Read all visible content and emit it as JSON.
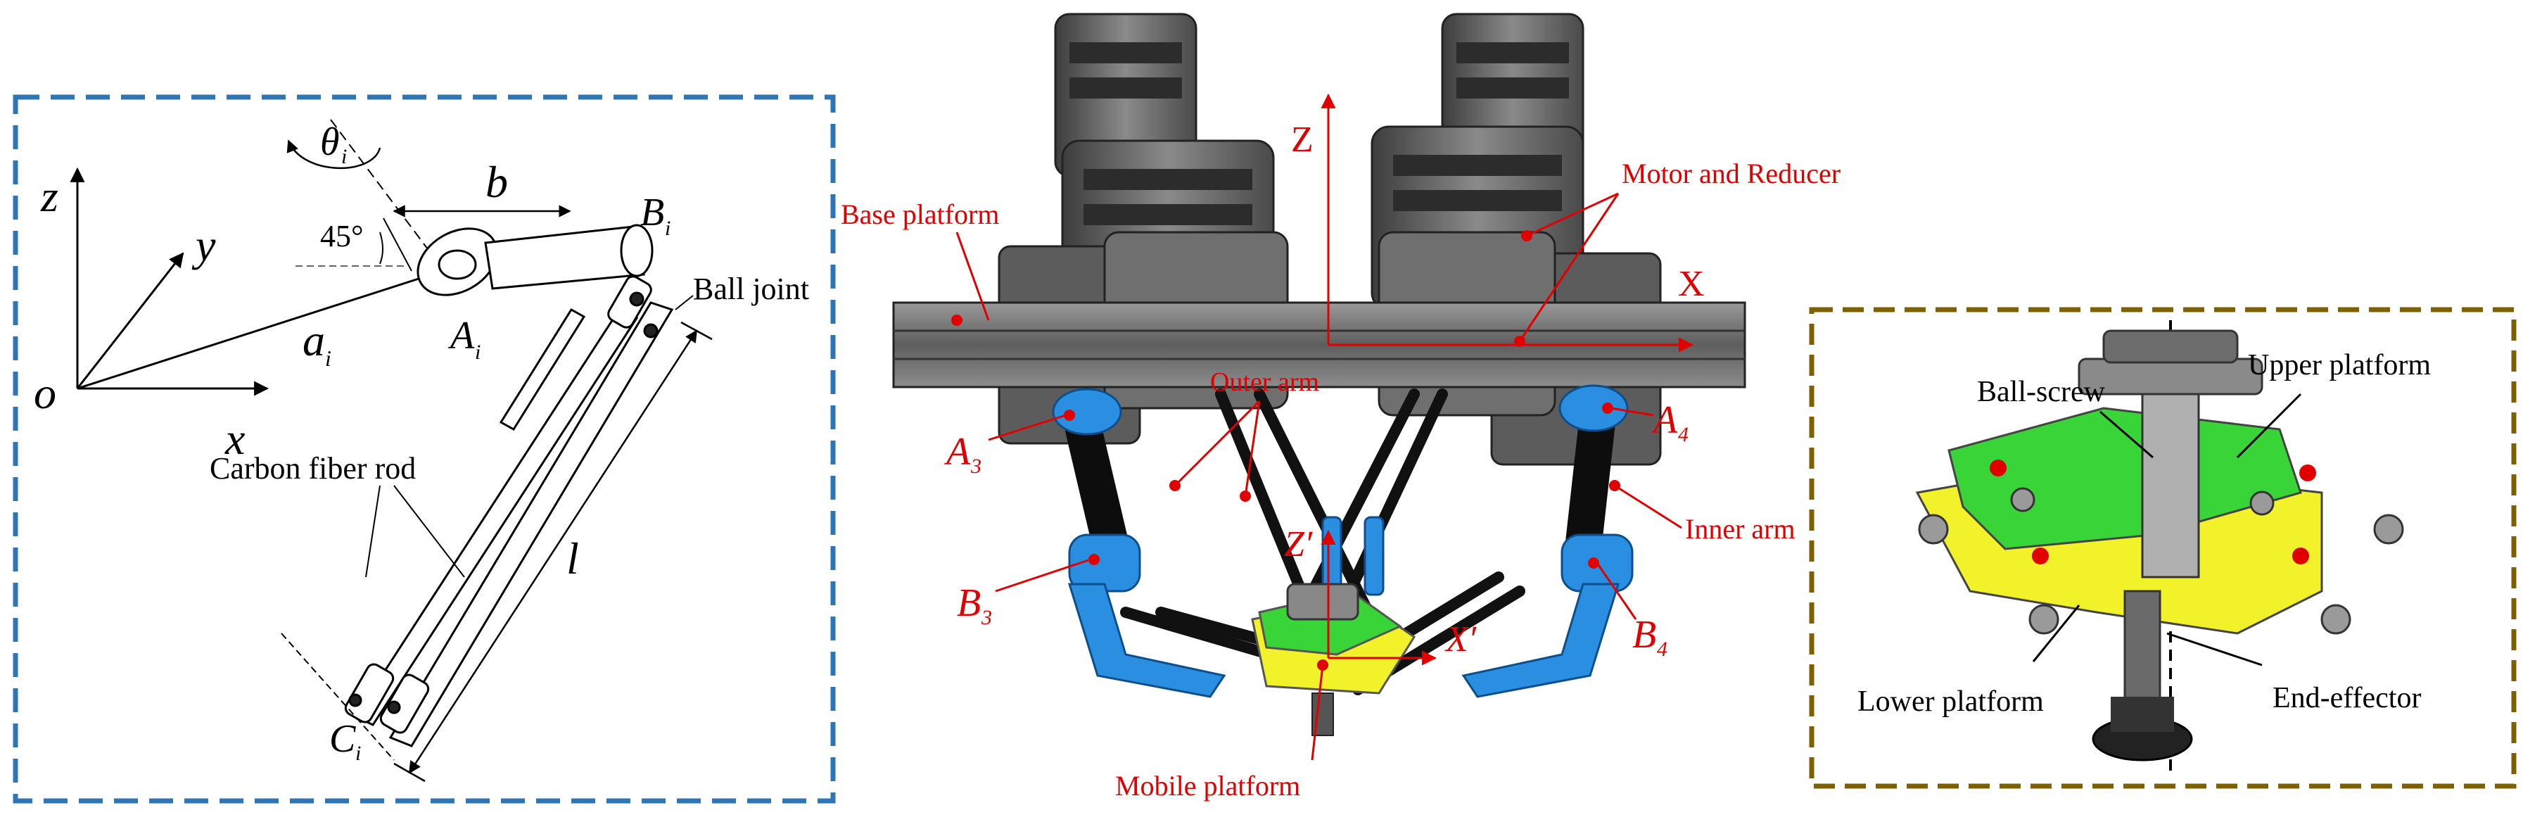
{
  "colors": {
    "left_frame": "#2e75b6",
    "right_frame": "#7f6000",
    "annotation_red": "#e00000",
    "motor_gray": "#5a5a5a",
    "arm_blue": "#2a8fe0",
    "arm_black": "#111111",
    "platform_green": "#38d438",
    "platform_yellow": "#f2f22a"
  },
  "left_panel": {
    "axis_z": "z",
    "axis_y": "y",
    "axis_x": "x",
    "origin": "o",
    "angle_theta": "θ",
    "theta_sub": "i",
    "angle_45": "45°",
    "length_b": "b",
    "point_B": "B",
    "point_B_sub": "i",
    "vector_a": "a",
    "vector_a_sub": "i",
    "point_A": "A",
    "point_A_sub": "i",
    "ball_joint": "Ball joint",
    "carbon_fiber_rod": "Carbon fiber rod",
    "length_l": "l",
    "point_C": "C",
    "point_C_sub": "i"
  },
  "center_panel": {
    "axis_Z": "Z",
    "axis_X": "X",
    "base_platform": "Base platform",
    "motor_and_reducer": "Motor and Reducer",
    "outer_arm": "Outer arm",
    "inner_arm": "Inner arm",
    "A3": "A",
    "A3_sub": "3",
    "A4": "A",
    "A4_sub": "4",
    "B3": "B",
    "B3_sub": "3",
    "B4": "B",
    "B4_sub": "4",
    "axis_Z_prime": "Z′",
    "axis_X_prime": "X′",
    "mobile_platform": "Mobile platform"
  },
  "right_panel": {
    "ball_screw": "Ball-screw",
    "upper_platform": "Upper platform",
    "lower_platform": "Lower platform",
    "end_effector": "End-effector"
  }
}
